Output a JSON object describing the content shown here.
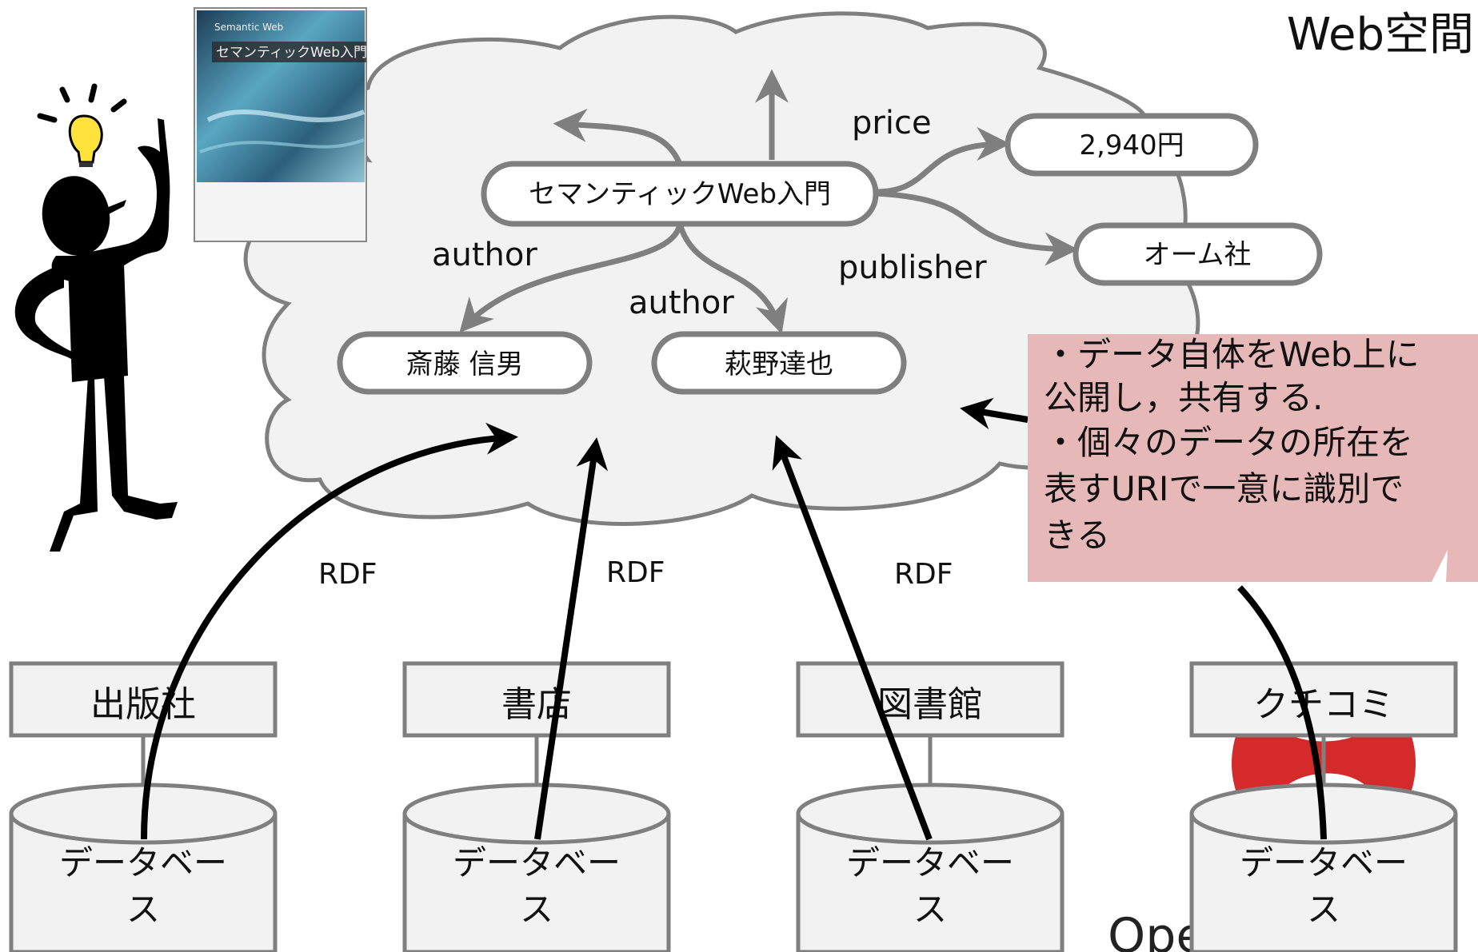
{
  "title": "Web空間",
  "book_cover": {
    "title": "セマンティックWeb入門",
    "overline": "Semantic Web"
  },
  "nodes": {
    "book": "セマンティックWeb入門",
    "price_value": "2,940円",
    "publisher_value": "オーム社",
    "author1": "斎藤 信男",
    "author2": "萩野達也"
  },
  "edges": {
    "price": "price",
    "publisher": "publisher",
    "author_left": "author",
    "author_right": "author"
  },
  "rdf_labels": [
    "RDF",
    "RDF",
    "RDF"
  ],
  "sources": [
    {
      "name": "出版社",
      "db": [
        "データベー",
        "ス"
      ]
    },
    {
      "name": "書店",
      "db": [
        "データベー",
        "ス"
      ]
    },
    {
      "name": "図書館",
      "db": [
        "データベー",
        "ス"
      ]
    },
    {
      "name": "クチコミ",
      "db": [
        "データベー",
        "ス"
      ]
    }
  ],
  "callout": {
    "lines": [
      "・データ自体をWeb上に",
      "公開し，共有する.",
      "・個々のデータの所在を",
      "表すURIで一意に識別で",
      "きる"
    ]
  },
  "logo_fragment": "Open",
  "colors": {
    "cloud_fill": "#f2f2f2",
    "outline": "#7f7f7f",
    "callout_fill": "#e6b8b8",
    "logo_red": "#d42a2a"
  }
}
